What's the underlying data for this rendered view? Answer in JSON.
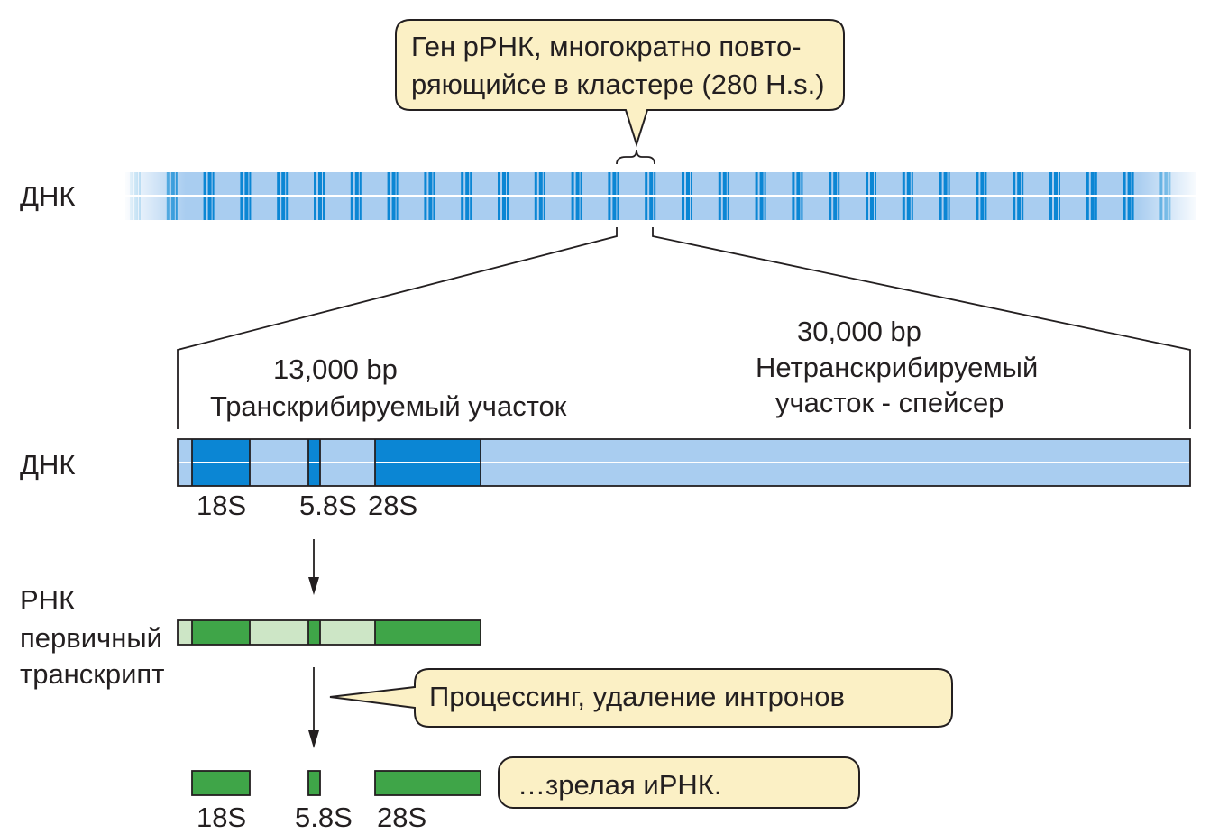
{
  "callouts": {
    "gene_cluster": [
      "Ген рРНК, многократно повто-",
      "ряющийсе в кластере (280 H.s.)"
    ],
    "processing": "Процессинг, удаление интронов",
    "mature": "…зрелая иРНК."
  },
  "labels": {
    "dna_top": "ДНК",
    "dna_detail": "ДНК",
    "rna": [
      "РНК",
      "первичный",
      "транскрипт"
    ]
  },
  "transcribed": {
    "length": "13,000 bp",
    "name": "Транскрибируемый участок"
  },
  "spacer": {
    "length": "30,000 bp",
    "name": [
      "Нетранскрибируемый",
      "участок - спейсер"
    ]
  },
  "dna_segments": [
    {
      "type": "light"
    },
    {
      "type": "dark",
      "name": "18S"
    },
    {
      "type": "light"
    },
    {
      "type": "dark",
      "name": "5.8S"
    },
    {
      "type": "light"
    },
    {
      "type": "dark",
      "name": "28S"
    },
    {
      "type": "light"
    }
  ],
  "rrna_labels": {
    "s18": "18S",
    "s58": "5.8S",
    "s28": "28S"
  },
  "mature_labels": {
    "s18": "18S",
    "s58": "5.8S",
    "s28": "28S"
  },
  "colors": {
    "dna_light": "#a9cdf0",
    "dna_dark": "#0b86d4",
    "rna_light": "#cde6c6",
    "rna_dark": "#3fa548",
    "callout_fill": "#fbf0c5"
  }
}
